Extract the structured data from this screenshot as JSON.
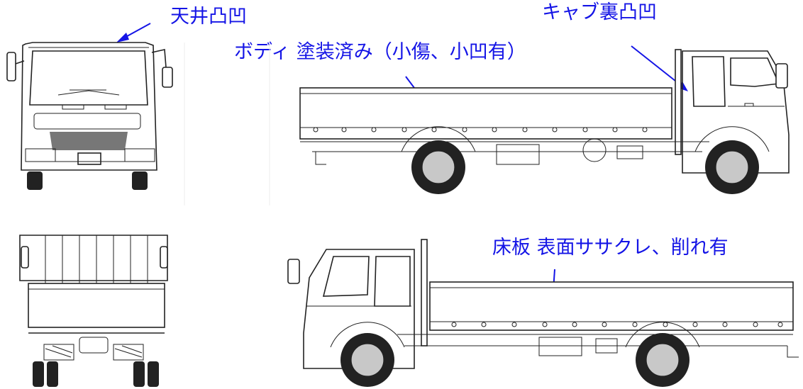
{
  "annotations": {
    "roof": "天井凸凹",
    "cab_back": "キャブ裏凸凹",
    "body": "ボディ  塗装済み（小傷、小凹有）",
    "floor": "床板  表面ササクレ、削れ有"
  },
  "colors": {
    "annotation": "#1414e6",
    "line": "#222222",
    "hub": "#c8c8c8"
  }
}
